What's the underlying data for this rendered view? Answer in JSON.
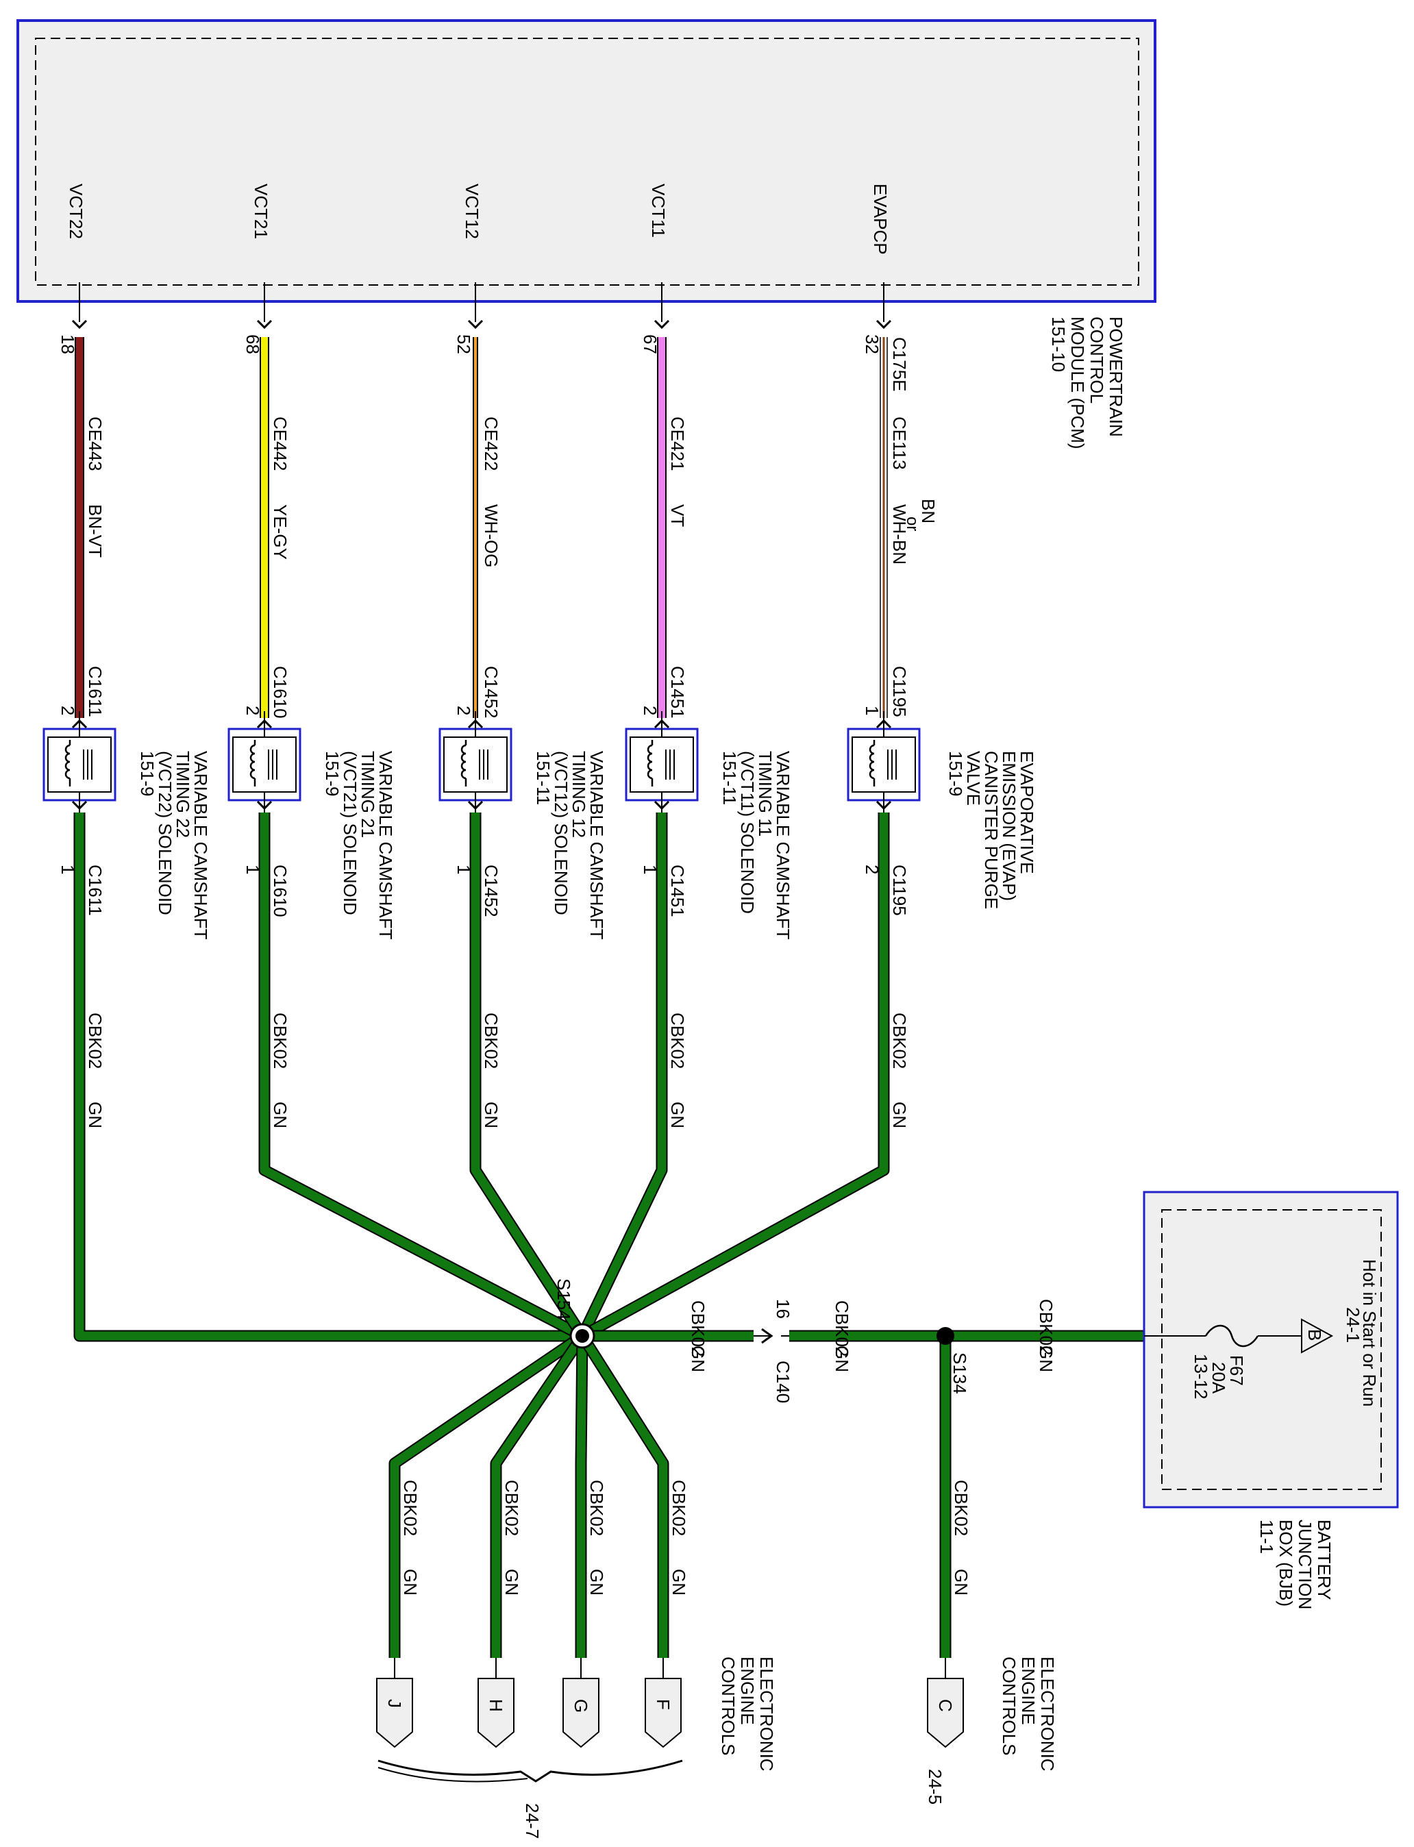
{
  "pcm": {
    "label_lines": [
      "POWERTRAIN",
      "CONTROL",
      "MODULE (PCM)",
      "151-10"
    ],
    "pins": [
      "VCT22",
      "VCT21",
      "VCT12",
      "VCT11",
      "EVAPCP"
    ]
  },
  "circuits": [
    {
      "pin_no": "18",
      "circuit": "CE443",
      "color_code": "BN-VT",
      "wire_color": "#8b1a1a",
      "conn": "C1611",
      "pin_a": "2",
      "pin_b": "1",
      "component_lines": [
        "VARIABLE CAMSHAFT",
        "TIMING 22",
        "(VCT22) SOLENOID",
        "151-9"
      ],
      "ground_circuit": "CBK02",
      "ground_color": "GN"
    },
    {
      "pin_no": "68",
      "circuit": "CE442",
      "color_code": "YE-GY",
      "wire_color": "#f2f200",
      "conn": "C1610",
      "pin_a": "2",
      "pin_b": "1",
      "component_lines": [
        "VARIABLE CAMSHAFT",
        "TIMING 21",
        "(VCT21) SOLENOID",
        "151-9"
      ],
      "ground_circuit": "CBK02",
      "ground_color": "GN"
    },
    {
      "pin_no": "52",
      "circuit": "CE422",
      "color_code": "WH-OG",
      "wire_color": "#f0a030",
      "conn": "C1452",
      "pin_a": "2",
      "pin_b": "1",
      "component_lines": [
        "VARIABLE CAMSHAFT",
        "TIMING 12",
        "(VCT12) SOLENOID",
        "151-11"
      ],
      "ground_circuit": "CBK02",
      "ground_color": "GN"
    },
    {
      "pin_no": "67",
      "circuit": "CE421",
      "color_code": "VT",
      "wire_color": "#ee82ee",
      "conn": "C1451",
      "pin_a": "2",
      "pin_b": "1",
      "component_lines": [
        "VARIABLE CAMSHAFT",
        "TIMING 11",
        "(VCT11) SOLENOID",
        "151-11"
      ],
      "ground_circuit": "CBK02",
      "ground_color": "GN"
    },
    {
      "pin_no": "32",
      "connector_top": "C175E",
      "circuit": "CE113",
      "color_code": "WH-BN",
      "color_alt": "BN",
      "color_or": "or",
      "wire_color": "#8b4513",
      "conn": "C1195",
      "pin_a": "1",
      "pin_b": "2",
      "component_lines": [
        "EVAPORATIVE",
        "EMISSION (EVAP)",
        "CANISTER PURGE",
        "VALVE",
        "151-9"
      ],
      "ground_circuit": "CBK02",
      "ground_color": "GN"
    }
  ],
  "splice_s154": {
    "name": "S154",
    "branch_circuit": "CBK02",
    "branch_color": "GN",
    "branches": [
      {
        "letter": "J"
      },
      {
        "letter": "H"
      },
      {
        "letter": "G"
      },
      {
        "letter": "F"
      }
    ],
    "ref_lines": [
      "ELECTRONIC",
      "ENGINE",
      "CONTROLS"
    ],
    "ref_page": "24-7"
  },
  "c140": {
    "name": "C140",
    "pin": "16"
  },
  "bus_labels": {
    "seg1_circuit": "CBK02",
    "seg1_color": "GN",
    "seg2_circuit": "CBK02",
    "seg2_color": "GN",
    "seg3_circuit": "CBK02",
    "seg3_color": "GN"
  },
  "splice_s134": {
    "name": "S134",
    "circuit": "CBK02",
    "color": "GN",
    "letter": "C",
    "ref_lines": [
      "ELECTRONIC",
      "ENGINE",
      "CONTROLS"
    ],
    "ref_page": "24-5"
  },
  "bjb": {
    "label_lines": [
      "BATTERY",
      "JUNCTION",
      "BOX (BJB)",
      "11-1"
    ],
    "fuse_name": "F67",
    "fuse_rating": "20A",
    "fuse_ref": "13-12",
    "power_letter": "B",
    "power_text": "Hot in Start or Run",
    "power_ref": "24-1"
  },
  "colors": {
    "ground_wire": "#117711",
    "frame_blue": "#2222cc",
    "module_fill": "#efefef"
  }
}
